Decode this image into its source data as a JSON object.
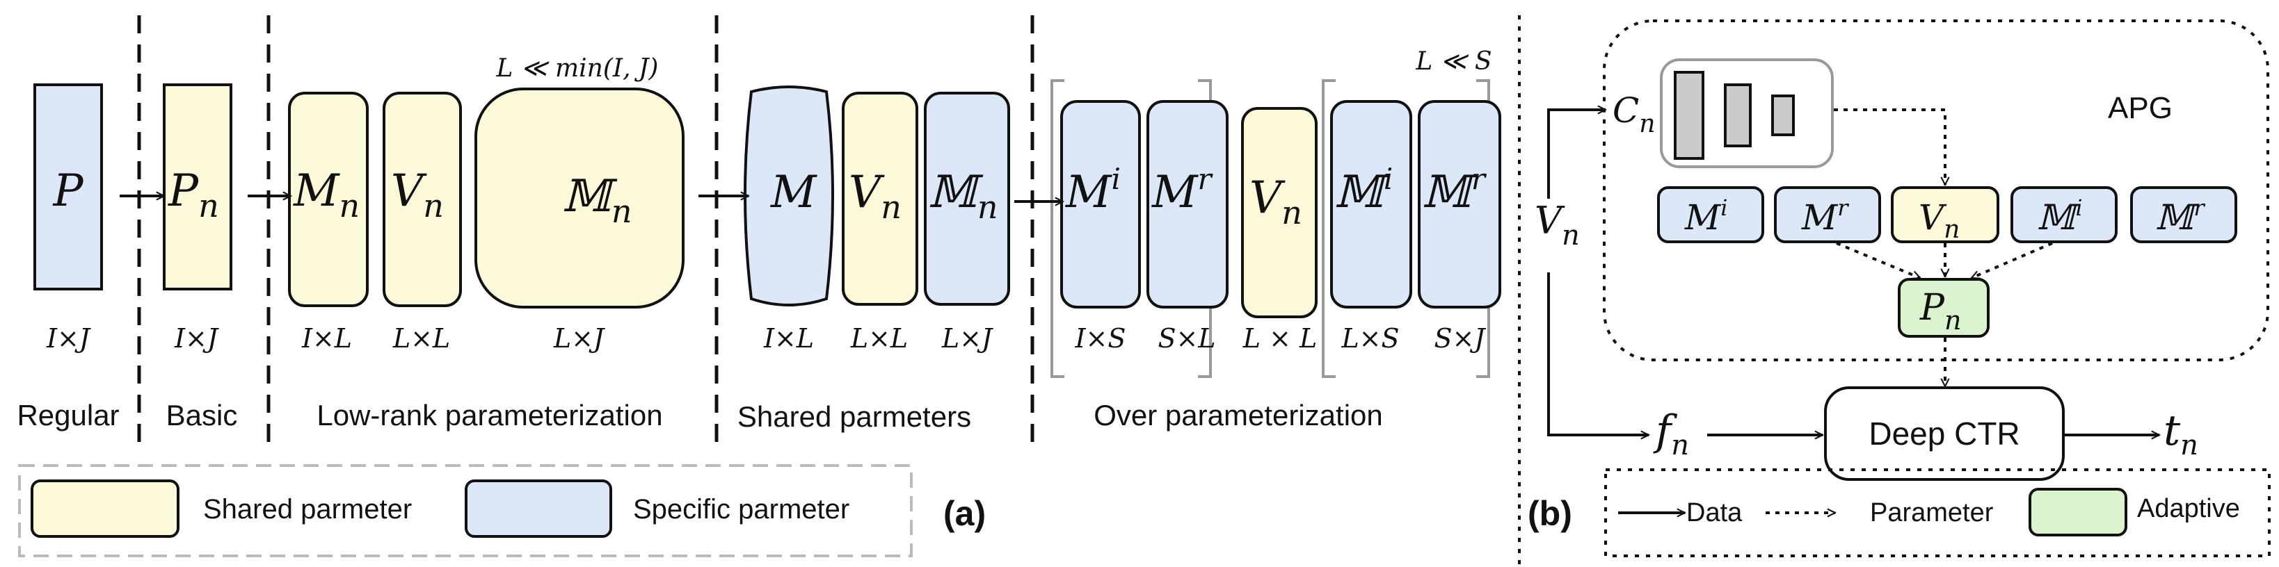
{
  "colors": {
    "shared": "#FCF9DA",
    "specific": "#DCE7F7",
    "adaptive": "#DCF3CF",
    "gray_block": "#CBCBCB",
    "stroke": "#111111",
    "legend_border": "#BBBBBB"
  },
  "panel_a": {
    "sections": {
      "regular": "Regular",
      "basic": "Basic",
      "lowrank": "Low-rank parameterization",
      "shared": "Shared parmeters",
      "over": "Over parameterization"
    },
    "regular": {
      "label": "P",
      "dim": "I×J"
    },
    "basic": {
      "label": "P",
      "sub": "n",
      "dim": "I×J"
    },
    "lowrank": {
      "M": {
        "label": "M",
        "sub": "n",
        "dim": "I×L"
      },
      "V": {
        "label": "V",
        "sub": "n",
        "dim": "L×L"
      },
      "BigM": {
        "label": "𝕄",
        "sub": "n",
        "dim": "L×J"
      },
      "constraint": "L ≪ min(I, J)"
    },
    "shared": {
      "M": {
        "label": "M",
        "dim": "I×L"
      },
      "V": {
        "label": "V",
        "sub": "n",
        "dim": "L×L"
      },
      "BigM": {
        "label": "𝕄",
        "sub": "n",
        "dim": "L×J"
      }
    },
    "over": {
      "Mi": {
        "label": "M",
        "sup": "i",
        "dim": "I×S"
      },
      "Mr": {
        "label": "M",
        "sup": "r",
        "dim": "S×L"
      },
      "V": {
        "label": "V",
        "sub": "n",
        "dim": "L × L"
      },
      "BMi": {
        "label": "𝕄",
        "sup": "i",
        "dim": "L×S"
      },
      "BMr": {
        "label": "𝕄",
        "sup": "r",
        "dim": "S×J"
      },
      "constraint": "L ≪ S"
    },
    "legend": {
      "shared": "Shared parmeter",
      "specific": "Specific parmeter"
    },
    "caption": "(a)"
  },
  "panel_b": {
    "apg": "APG",
    "cn": {
      "label": "C",
      "sub": "n"
    },
    "vn_side": {
      "label": "V",
      "sub": "n"
    },
    "fn": {
      "label": "f",
      "sub": "n"
    },
    "tn": {
      "label": "t",
      "sub": "n"
    },
    "deep_ctr": "Deep CTR",
    "row": {
      "Mi": {
        "label": "M",
        "sup": "i"
      },
      "Mr": {
        "label": "M",
        "sup": "r"
      },
      "Vn": {
        "label": "V",
        "sub": "n"
      },
      "BMi": {
        "label": "𝕄",
        "sup": "i"
      },
      "BMr": {
        "label": "𝕄",
        "sup": "r"
      }
    },
    "pn": {
      "label": "P",
      "sub": "n"
    },
    "legend": {
      "data": "Data",
      "parameter": "Parameter",
      "adaptive": "Adaptive"
    },
    "caption": "(b)"
  }
}
